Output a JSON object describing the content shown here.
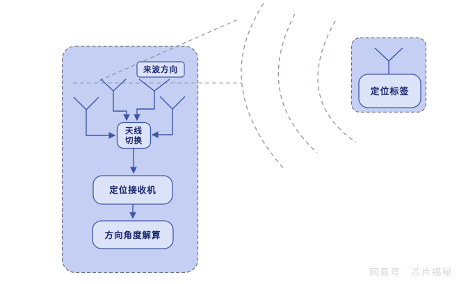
{
  "anchor_panel": {
    "incoming_wave_label": "来波方向",
    "antenna_switch": {
      "line1": "天线",
      "line2": "切换"
    },
    "receiver_label": "定位接收机",
    "angle_solver_label": "方向角度解算"
  },
  "tag_panel": {
    "tag_label": "定位标签"
  },
  "watermark": "网易号｜芯片揭秘",
  "colors": {
    "background": "#ffffff",
    "panel_fill": "#c5cff3",
    "panel_dash_border": "#6a7080",
    "node_fill": "#dce3f9",
    "node_border": "#3e56a6",
    "node_text": "#17256d",
    "wave_dash": "#8b92a2",
    "watermark_text": "#d7d7d7"
  }
}
